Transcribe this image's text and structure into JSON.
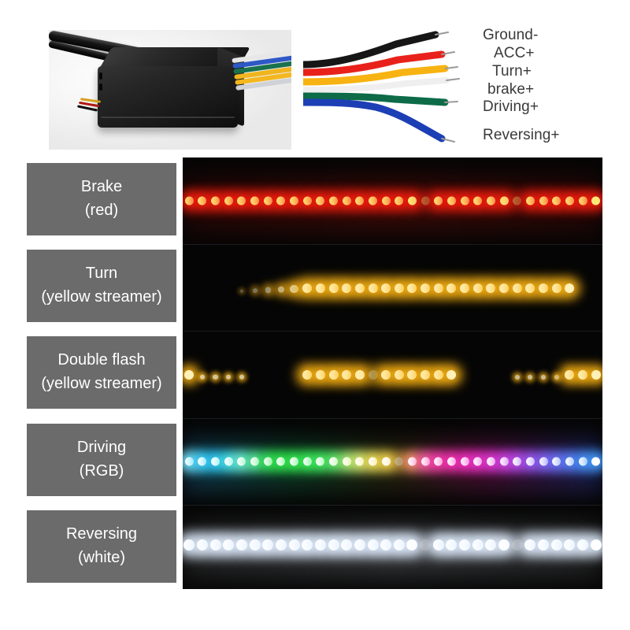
{
  "product_photo": {
    "alt_name": "led-controller-box-photo",
    "description": "black plastic LED controller module with wire harness"
  },
  "wire_diagram": {
    "alt_name": "wire-harness-diagram",
    "labels": [
      {
        "text": "Ground-",
        "wire_color": "#161616"
      },
      {
        "text": "ACC+",
        "wire_color": "#e8221b"
      },
      {
        "text": "Turn+",
        "wire_color": "#f7b312"
      },
      {
        "text": "brake+",
        "wire_color": "#f2f2f2"
      },
      {
        "text": "Driving+",
        "wire_color": "#0d6b48"
      },
      {
        "text": "Reversing+",
        "wire_color": "#1d3fb5"
      }
    ]
  },
  "modes": [
    {
      "title": "Brake",
      "subtitle": "(red)",
      "key": "brake",
      "led_color": "#ff1a0d",
      "core_color": "#ffe27a",
      "pattern": "full"
    },
    {
      "title": "Turn",
      "subtitle": "(yellow streamer)",
      "key": "turn",
      "led_color": "#ffc01e",
      "core_color": "#fff3c0",
      "pattern": "streamer"
    },
    {
      "title": "Double flash",
      "subtitle": "(yellow streamer)",
      "key": "double-flash",
      "led_color": "#ffc01e",
      "core_color": "#fff3c0",
      "pattern": "segmented"
    },
    {
      "title": "Driving",
      "subtitle": "(RGB)",
      "key": "driving",
      "led_color": "#31e0ff",
      "core_color": "#ffffff",
      "pattern": "rainbow"
    },
    {
      "title": "Reversing",
      "subtitle": "(white)",
      "key": "reversing",
      "led_color": "#ffffff",
      "core_color": "#ffffff",
      "pattern": "full"
    }
  ],
  "panel": {
    "background": "#050505",
    "label_background": "#6b6b6b",
    "label_text_color": "#ffffff"
  },
  "rgb_sequence": [
    "#7fe8ff",
    "#41d8ff",
    "#2fd0ff",
    "#46e6f2",
    "#6ef0da",
    "#58eda0",
    "#37e85e",
    "#2ee84a",
    "#34ef50",
    "#39f25a",
    "#3ff060",
    "#57f06a",
    "#9ff07a",
    "#d8ee72",
    "#f2e45e",
    "#f7d94e",
    "#ffc94a",
    "#ff9a6e",
    "#ff5fa8",
    "#ff3fb0",
    "#ff33b8",
    "#fb2fc2",
    "#f233cc",
    "#ea38d6",
    "#d840e6",
    "#c24af0",
    "#a356f7",
    "#8a63fb",
    "#6f72fd",
    "#5a80ff",
    "#4a90ff",
    "#459dff"
  ]
}
